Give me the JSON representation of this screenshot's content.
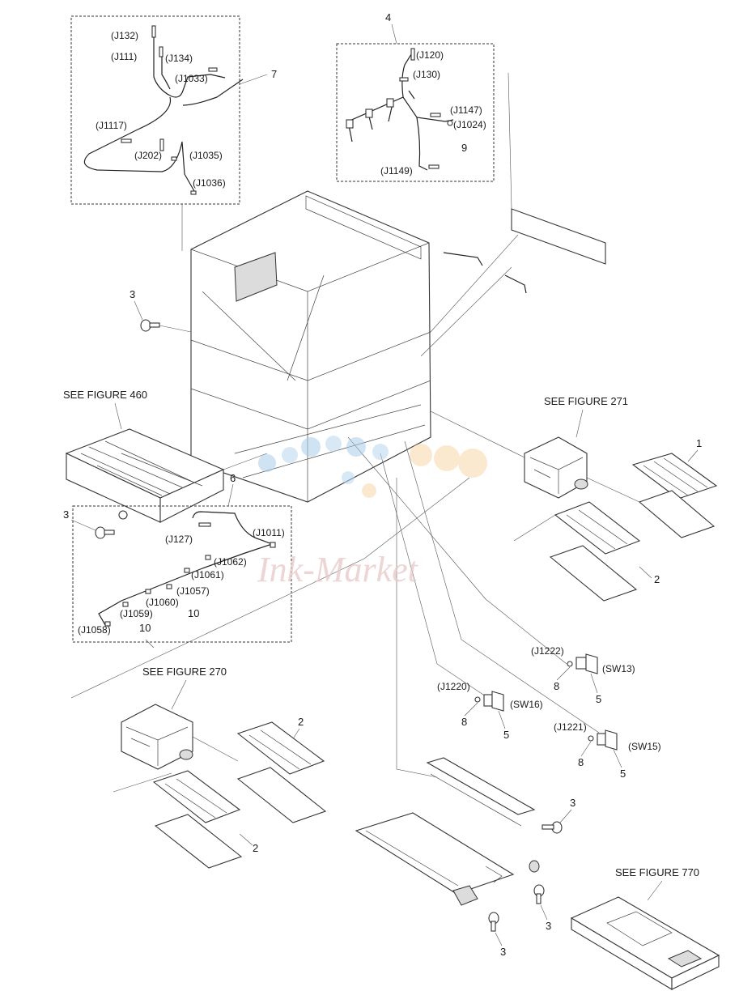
{
  "callouts": {
    "c1": "1",
    "c2a": "2",
    "c2b": "2",
    "c2c": "2",
    "c3a": "3",
    "c3b": "3",
    "c3c": "3",
    "c3d": "3",
    "c3e": "3",
    "c4": "4",
    "c5a": "5",
    "c5b": "5",
    "c5c": "5",
    "c6": "6",
    "c7": "7",
    "c8a": "8",
    "c8b": "8",
    "c8c": "8",
    "c9": "9",
    "c10a": "10",
    "c10b": "10"
  },
  "connectors": {
    "j132": "(J132)",
    "j111": "(J111)",
    "j134": "(J134)",
    "j1033": "(J1033)",
    "j1117": "(J1117)",
    "j202": "(J202)",
    "j1035": "(J1035)",
    "j1036": "(J1036)",
    "j120": "(J120)",
    "j130": "(J130)",
    "j1147": "(J1147)",
    "j1024": "(J1024)",
    "j1149": "(J1149)",
    "j127": "(J127)",
    "j1011": "(J1011)",
    "j1062": "(J1062)",
    "j1061": "(J1061)",
    "j1057": "(J1057)",
    "j1060": "(J1060)",
    "j1059": "(J1059)",
    "j1058": "(J1058)",
    "j1222": "(J1222)",
    "j1220": "(J1220)",
    "j1221": "(J1221)"
  },
  "switches": {
    "sw13": "(SW13)",
    "sw16": "(SW16)",
    "sw15": "(SW15)"
  },
  "figure_refs": {
    "fig460": "SEE FIGURE 460",
    "fig271": "SEE FIGURE 271",
    "fig270": "SEE FIGURE 270",
    "fig770": "SEE FIGURE 770"
  },
  "watermark": {
    "text": "Ink-Market"
  }
}
